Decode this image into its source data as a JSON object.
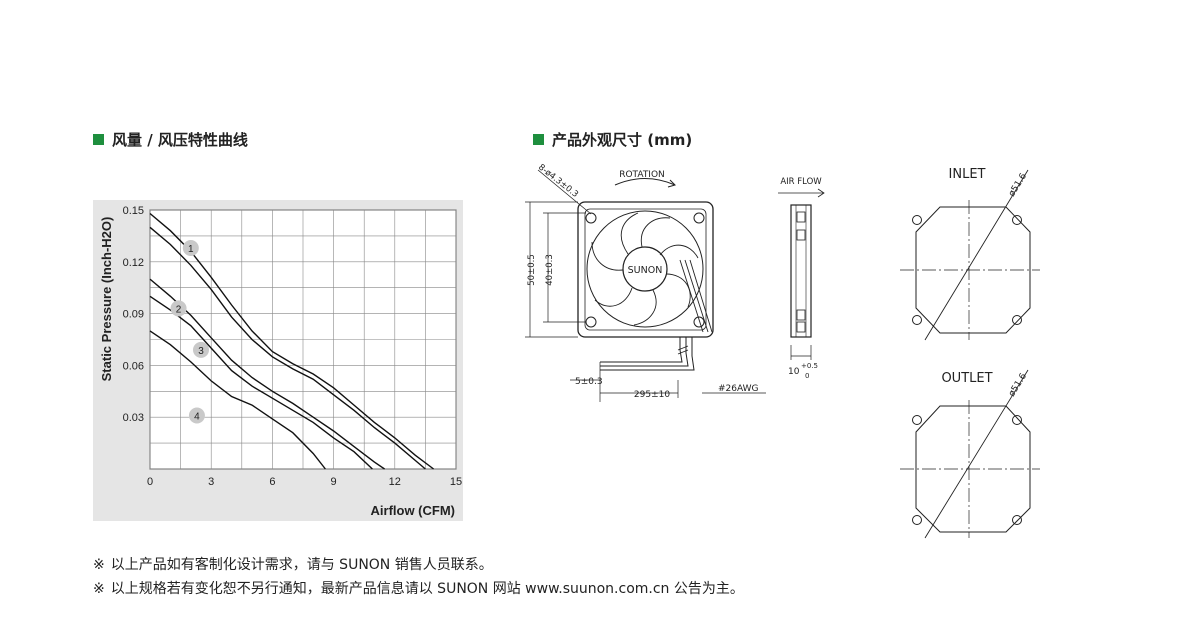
{
  "sections": {
    "curve_title": "风量 / 风压特性曲线",
    "dim_title": "产品外观尺寸 (mm)"
  },
  "colors": {
    "accent": "#1e8f3e",
    "panel_bg": "#e5e5e5"
  },
  "chart_data": {
    "type": "line",
    "xlabel": "Airflow (CFM)",
    "ylabel": "Static Pressure (Inch-H2O)",
    "xlim": [
      0,
      15
    ],
    "ylim": [
      0,
      0.15
    ],
    "xticks": [
      "0",
      "3",
      "6",
      "9",
      "12",
      "15"
    ],
    "yticks": [
      "0.15",
      "0.12",
      "0.09",
      "0.06",
      "0.03"
    ],
    "grid": true,
    "series": [
      {
        "name": "1",
        "x": [
          0,
          1,
          2,
          3,
          4,
          5,
          6,
          7,
          8,
          9,
          10,
          11,
          12,
          13,
          13.9
        ],
        "y": [
          0.148,
          0.138,
          0.126,
          0.111,
          0.095,
          0.08,
          0.068,
          0.061,
          0.055,
          0.047,
          0.037,
          0.027,
          0.018,
          0.008,
          0
        ]
      },
      {
        "name": "",
        "x": [
          0,
          1,
          2,
          3,
          4,
          5,
          6,
          7,
          8,
          9,
          10,
          11,
          12,
          13,
          13.5
        ],
        "y": [
          0.14,
          0.13,
          0.118,
          0.104,
          0.088,
          0.075,
          0.065,
          0.058,
          0.052,
          0.043,
          0.034,
          0.024,
          0.015,
          0.005,
          0
        ]
      },
      {
        "name": "2",
        "x": [
          0,
          1,
          2,
          3,
          4,
          5,
          6,
          7,
          8,
          9,
          10,
          11,
          11.5
        ],
        "y": [
          0.11,
          0.1,
          0.089,
          0.076,
          0.063,
          0.053,
          0.045,
          0.038,
          0.03,
          0.022,
          0.013,
          0.004,
          0
        ]
      },
      {
        "name": "3",
        "x": [
          0,
          1,
          2,
          3,
          4,
          5,
          6,
          7,
          8,
          9,
          10,
          10.9
        ],
        "y": [
          0.1,
          0.092,
          0.083,
          0.07,
          0.057,
          0.048,
          0.041,
          0.034,
          0.027,
          0.018,
          0.01,
          0
        ]
      },
      {
        "name": "4",
        "x": [
          0,
          1,
          2,
          3,
          4,
          5,
          6,
          7,
          8,
          8.6
        ],
        "y": [
          0.08,
          0.072,
          0.062,
          0.051,
          0.042,
          0.037,
          0.029,
          0.021,
          0.009,
          0
        ]
      }
    ],
    "labels": [
      {
        "text": "1",
        "x": 2,
        "y": 0.128
      },
      {
        "text": "2",
        "x": 1.4,
        "y": 0.093
      },
      {
        "text": "3",
        "x": 2.5,
        "y": 0.069
      },
      {
        "text": "4",
        "x": 2.3,
        "y": 0.031
      }
    ]
  },
  "drawing": {
    "rotation": "ROTATION",
    "airflow": "AIR FLOW",
    "brand": "SUNON",
    "hole_dim": "8-ø4.3±0.3",
    "dim_50": "50±0.5",
    "dim_40": "40±0.3",
    "dim_5": "5±0.3",
    "dim_295": "295±10",
    "dim_awg": "#26AWG",
    "dim_10": "10",
    "dim_10_tol_upper": "+0.5",
    "dim_10_tol_lower": "0",
    "inlet": "INLET",
    "outlet": "OUTLET",
    "inlet_dia": "ø51.6",
    "outlet_dia": "ø51.6"
  },
  "notes": [
    {
      "mark": "※",
      "text": "以上产品如有客制化设计需求，请与 SUNON 销售人员联系。"
    },
    {
      "mark": "※",
      "text": "以上规格若有变化恕不另行通知，最新产品信息请以 SUNON 网站 www.suunon.com.cn 公告为主。"
    }
  ]
}
